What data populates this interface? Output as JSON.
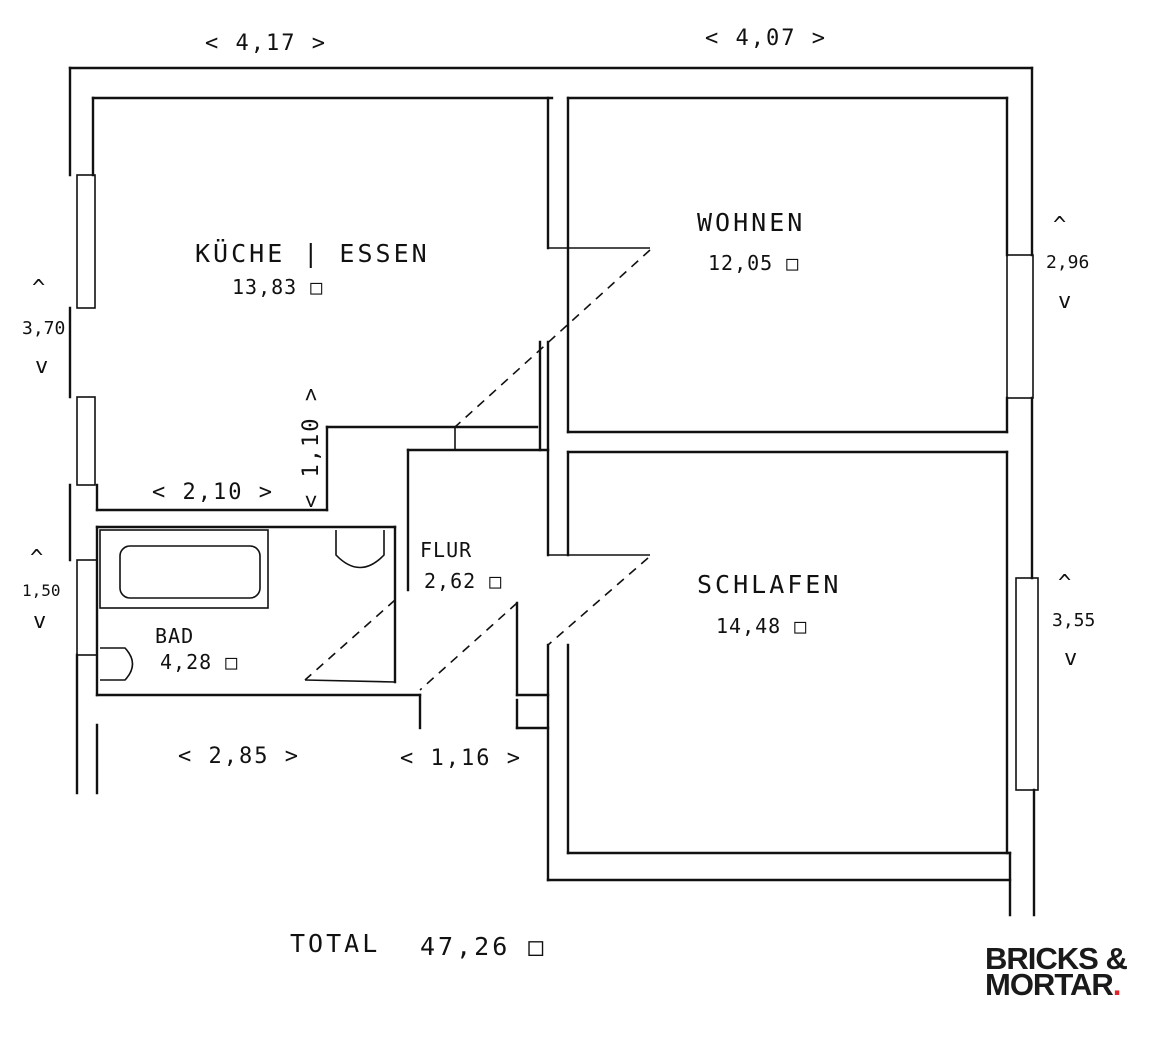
{
  "rooms": {
    "kueche": {
      "name": "KÜCHE | ESSEN",
      "area": "13,83 □"
    },
    "wohnen": {
      "name": "WOHNEN",
      "area": "12,05 □"
    },
    "schlafen": {
      "name": "SCHLAFEN",
      "area": "14,48 □"
    },
    "flur": {
      "name": "FLUR",
      "area": "2,62 □"
    },
    "bad": {
      "name": "BAD",
      "area": "4,28 □"
    }
  },
  "dimensions": {
    "top_left": "< 4,17 >",
    "top_right": "< 4,07 >",
    "left_upper": "3,70",
    "left_lower": "1,50",
    "right_upper": "2,96",
    "right_lower": "3,55",
    "kitchen_bottom": "< 2,10 >",
    "kitchen_step": "< 1,10 >",
    "bath_bottom": "< 2,85 >",
    "hall_bottom": "< 1,16 >"
  },
  "total": {
    "label": "TOTAL",
    "value": "47,26 □"
  },
  "brand": {
    "line1": "BRICKS &",
    "line2": "MORTAR",
    "dot": "."
  }
}
